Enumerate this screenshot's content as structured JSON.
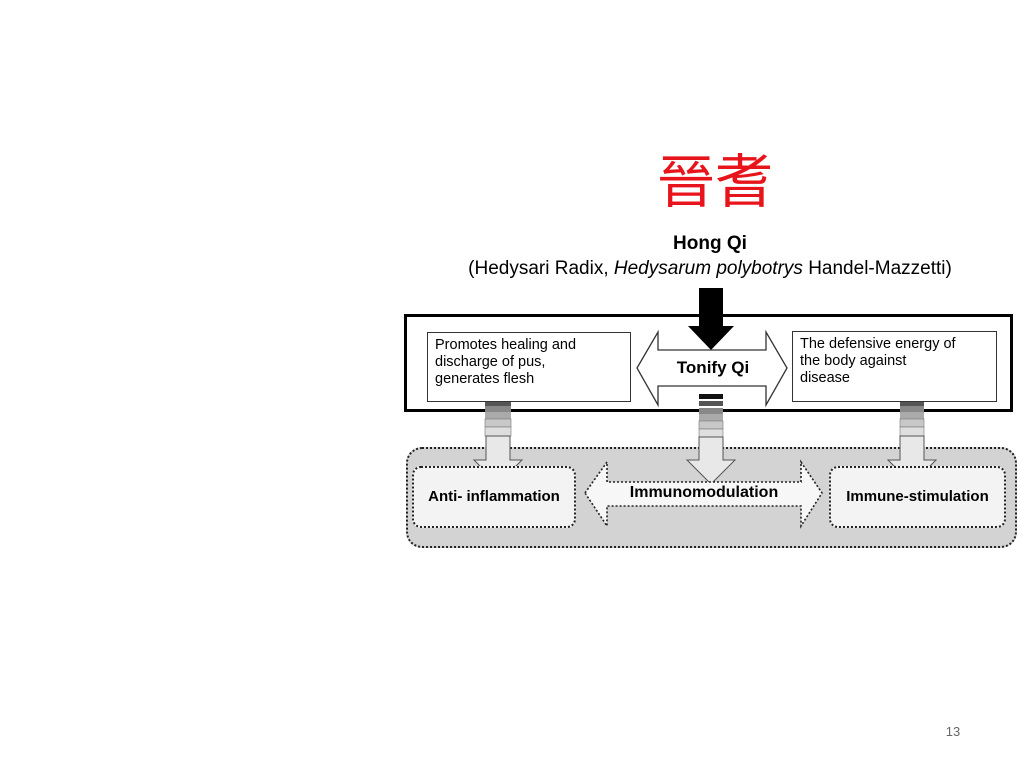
{
  "slide": {
    "cjk_title": "晉耆",
    "herb_name": "Hong Qi",
    "herb_latin": {
      "open_paren": "(",
      "pharma_name": "Hedysari Radix,",
      "species": "Hedysarum polybotrys",
      "authority": "Handel-Mazzetti)"
    },
    "page_number": "13"
  },
  "diagram": {
    "actions": {
      "left": [
        "Promotes healing and",
        "discharge of pus,",
        "generates flesh"
      ],
      "center": "Tonify Qi",
      "right": [
        "The defensive energy of",
        "the body against",
        "disease"
      ]
    },
    "outcomes": {
      "left": "Anti- inflammation",
      "center": "Immunomodulation",
      "right": "Immune-stimulation"
    }
  },
  "colors": {
    "title_red": "#e8141c",
    "band_gray": "#d3d3d3",
    "outcome_fill": "#f3f3f3"
  }
}
